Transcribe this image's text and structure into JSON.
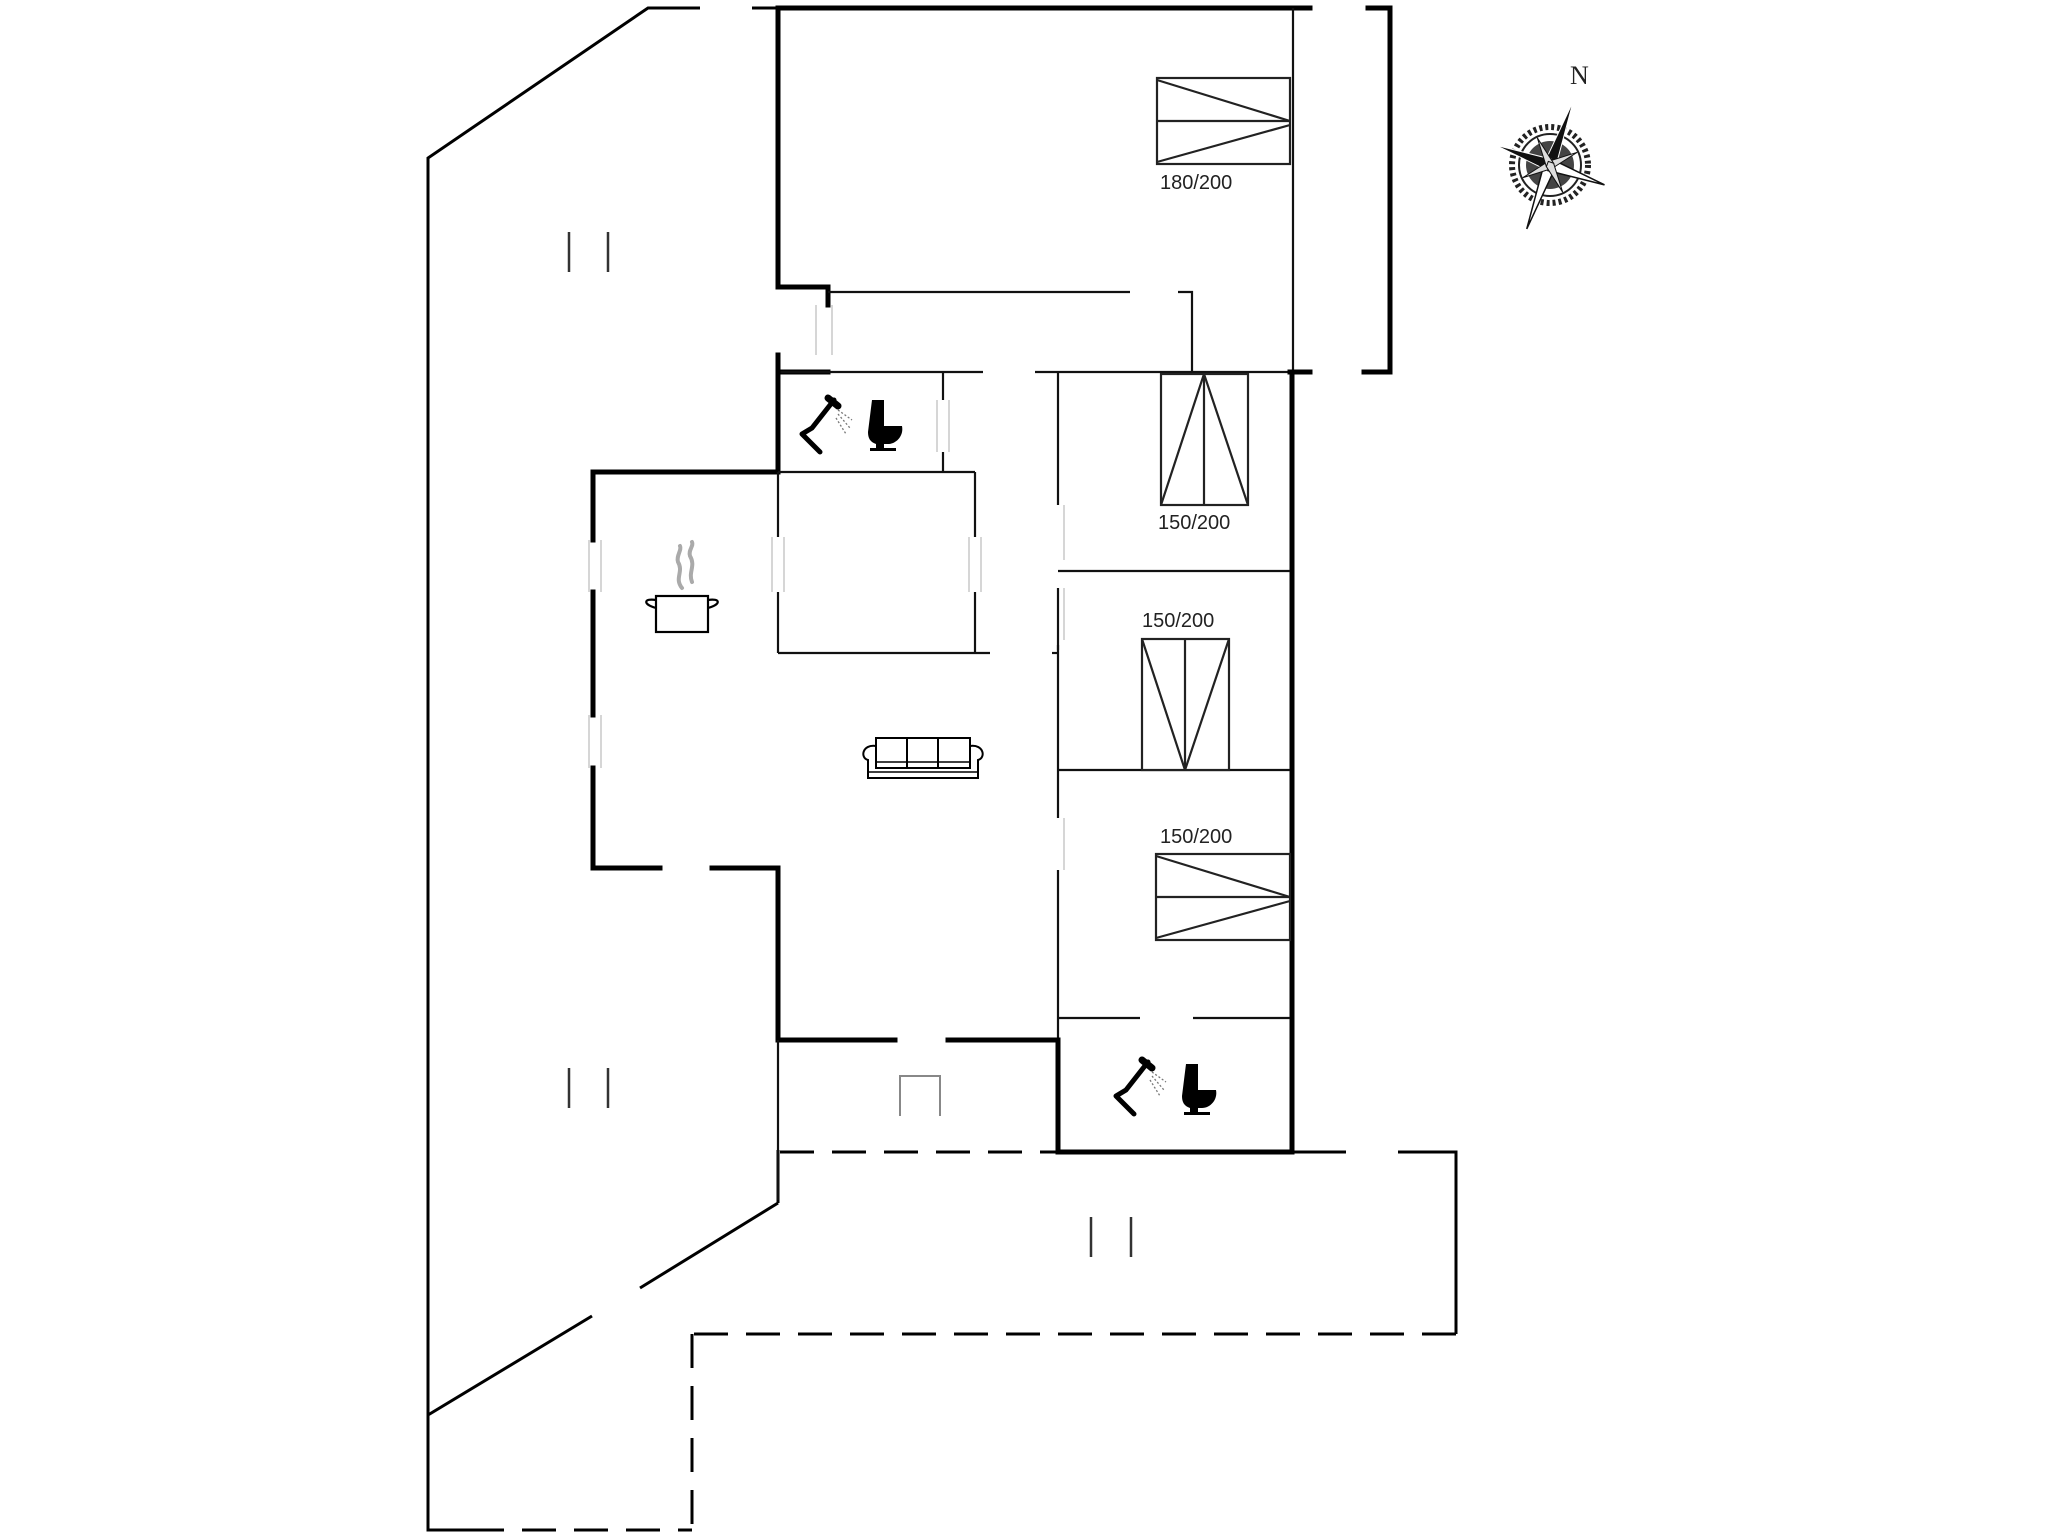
{
  "compass": {
    "label": "N",
    "icon": "compass-rose-icon"
  },
  "rooms": {
    "bedroom_1": {
      "bed_size": "180/200",
      "icon": "double-bed-icon"
    },
    "bedroom_2": {
      "bed_size": "150/200",
      "icon": "double-bed-icon"
    },
    "bedroom_3": {
      "bed_size": "150/200",
      "icon": "double-bed-icon"
    },
    "bedroom_4": {
      "bed_size": "150/200",
      "icon": "double-bed-icon"
    },
    "bathroom_1": {
      "icons": [
        "shower-icon",
        "toilet-icon"
      ]
    },
    "bathroom_2": {
      "icons": [
        "shower-icon",
        "toilet-icon"
      ]
    },
    "kitchen": {
      "icon": "cooking-pot-icon"
    },
    "living_room": {
      "icon": "sofa-icon"
    },
    "utility": {
      "icon": "appliance-icon"
    }
  },
  "terraces": [
    {
      "name": "terrace-northwest",
      "marker": "| |"
    },
    {
      "name": "terrace-southwest",
      "marker": "| |"
    },
    {
      "name": "terrace-south",
      "marker": "| |"
    }
  ],
  "colors": {
    "wall": "#000000",
    "window": "#bbbbbb",
    "steam": "#aaaaaa",
    "background": "#ffffff"
  }
}
